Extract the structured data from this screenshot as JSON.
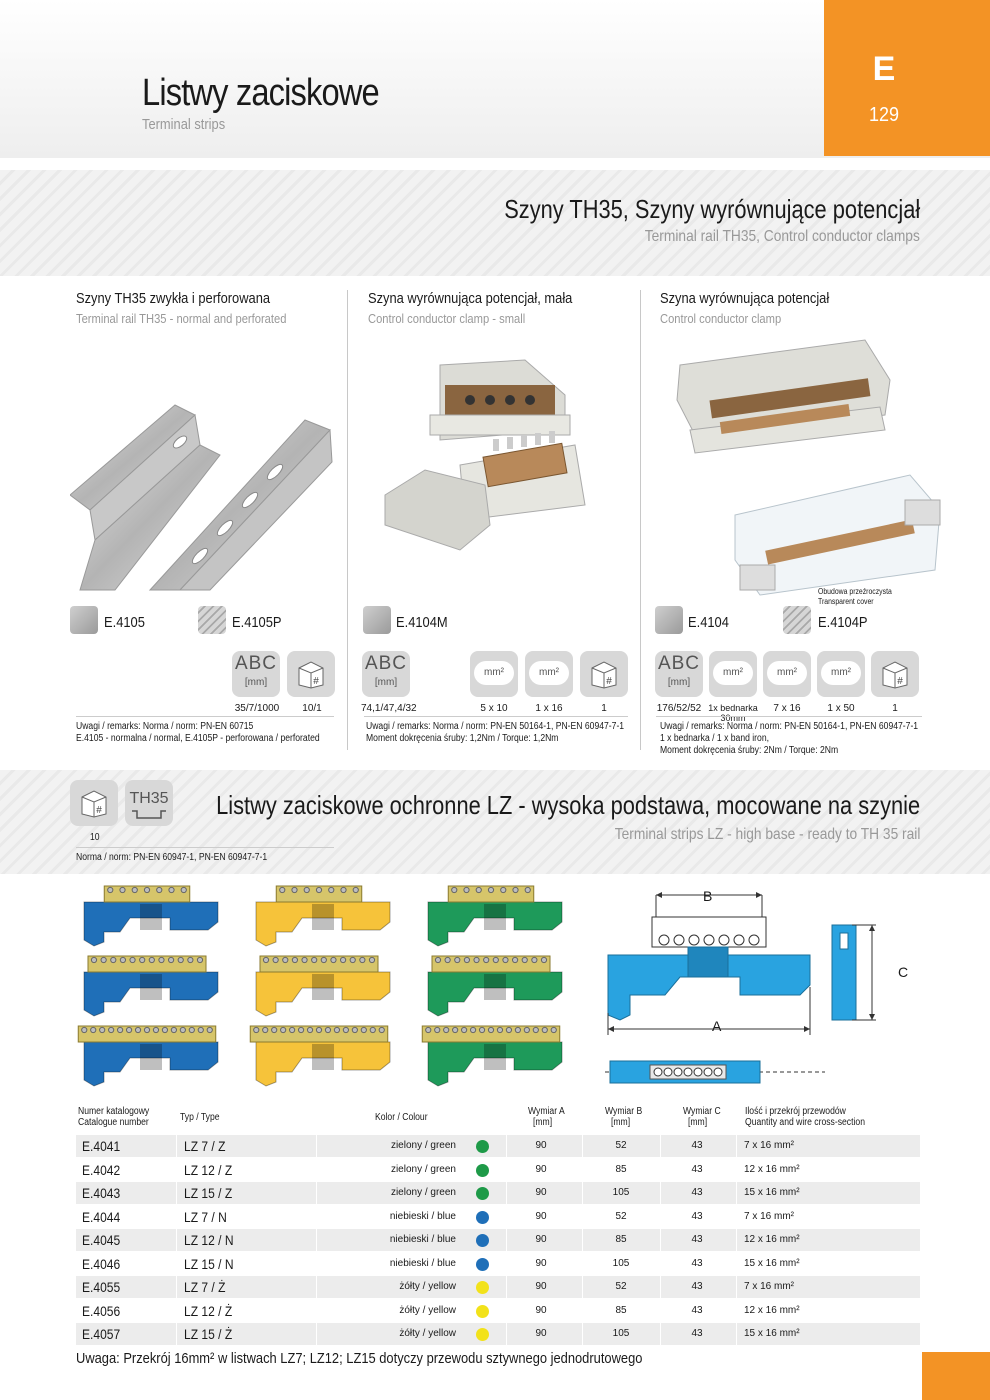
{
  "header": {
    "title": "Listwy zaciskowe",
    "subtitle": "Terminal strips",
    "section_letter": "E",
    "page_number": "129",
    "accent_color": "#f39325"
  },
  "section1": {
    "title": "Szyny TH35, Szyny wyrównujące potencjał",
    "subtitle": "Terminal rail TH35, Control conductor clamps",
    "columns": [
      {
        "title": "Szyny TH35 zwykła i perforowana",
        "subtitle": "Terminal rail TH35 - normal and perforated",
        "codes": [
          "E.4105",
          "E.4105P"
        ],
        "values": [
          "35/7/1000",
          "10/1"
        ],
        "remarks": [
          "Uwagi / remarks: Norma / norm: PN-EN 60715",
          "E.4105 - normalna / normal, E.4105P - perforowana / perforated"
        ]
      },
      {
        "title": "Szyna wyrównująca potencjał, mała",
        "subtitle": "Control conductor clamp - small",
        "codes": [
          "E.4104M"
        ],
        "values": [
          "74,1/47,4/32",
          "5 x 10",
          "1 x 16",
          "1"
        ],
        "remarks": [
          "Uwagi / remarks: Norma / norm: PN-EN 50164-1, PN-EN 60947-7-1",
          "Moment dokręcenia śruby: 1,2Nm / Torque: 1,2Nm"
        ]
      },
      {
        "title": "Szyna wyrównująca potencjał",
        "subtitle": "Control conductor clamp",
        "codes": [
          "E.4104",
          "E.4104P"
        ],
        "cover_label": [
          "Obudowa przeźroczysta",
          "Transparent cover"
        ],
        "values": [
          "176/52/52",
          "1x bednarka 30mm",
          "7 x 16",
          "1 x 50",
          "1"
        ],
        "remarks": [
          "Uwagi / remarks: Norma / norm: PN-EN 50164-1, PN-EN 60947-7-1",
          "1 x bednarka / 1 x band iron,",
          "Moment dokręcenia śruby: 2Nm / Torque: 2Nm"
        ]
      }
    ],
    "icons": {
      "abc": "ABC",
      "mm": "[mm]",
      "mm2": "mm²",
      "pack": "#"
    }
  },
  "section2": {
    "title": "Listwy zaciskowe ochronne LZ - wysoka podstawa, mocowane na szynie",
    "subtitle": "Terminal strips LZ - high base - ready to TH 35 rail",
    "pack_value": "10",
    "rail_icon_label": "TH35",
    "norm": "Norma / norm: PN-EN 60947-1, PN-EN 60947-7-1",
    "dimension_labels": {
      "a": "A",
      "b": "B",
      "c": "C"
    }
  },
  "table": {
    "headers": {
      "catalogue": [
        "Numer katalogowy",
        "Catalogue number"
      ],
      "type": "Typ / Type",
      "colour": "Kolor / Colour",
      "dim_a": [
        "Wymiar A",
        "[mm]"
      ],
      "dim_b": [
        "Wymiar B",
        "[mm]"
      ],
      "dim_c": [
        "Wymiar C",
        "[mm]"
      ],
      "qty": [
        "Ilość i przekrój przewodów",
        "Quantity and wire cross-section"
      ]
    },
    "rows": [
      {
        "cat": "E.4041",
        "type": "LZ 7 / Z",
        "colour": "zielony / green",
        "dot": "#1e9a48",
        "a": "90",
        "b": "52",
        "c": "43",
        "qty": "7 x 16 mm²"
      },
      {
        "cat": "E.4042",
        "type": "LZ 12 / Z",
        "colour": "zielony / green",
        "dot": "#1e9a48",
        "a": "90",
        "b": "85",
        "c": "43",
        "qty": "12 x 16 mm²"
      },
      {
        "cat": "E.4043",
        "type": "LZ 15 / Z",
        "colour": "zielony / green",
        "dot": "#1e9a48",
        "a": "90",
        "b": "105",
        "c": "43",
        "qty": "15 x 16 mm²"
      },
      {
        "cat": "E.4044",
        "type": "LZ 7 / N",
        "colour": "niebieski / blue",
        "dot": "#1f6fb8",
        "a": "90",
        "b": "52",
        "c": "43",
        "qty": "7 x 16 mm²"
      },
      {
        "cat": "E.4045",
        "type": "LZ 12 / N",
        "colour": "niebieski / blue",
        "dot": "#1f6fb8",
        "a": "90",
        "b": "85",
        "c": "43",
        "qty": "12 x 16 mm²"
      },
      {
        "cat": "E.4046",
        "type": "LZ 15 / N",
        "colour": "niebieski / blue",
        "dot": "#1f6fb8",
        "a": "90",
        "b": "105",
        "c": "43",
        "qty": "15 x 16 mm²"
      },
      {
        "cat": "E.4055",
        "type": "LZ 7 / Ż",
        "colour": "żółty / yellow",
        "dot": "#f2e21a",
        "a": "90",
        "b": "52",
        "c": "43",
        "qty": "7 x 16 mm²"
      },
      {
        "cat": "E.4056",
        "type": "LZ 12 / Ż",
        "colour": "żółty / yellow",
        "dot": "#f2e21a",
        "a": "90",
        "b": "85",
        "c": "43",
        "qty": "12 x 16 mm²"
      },
      {
        "cat": "E.4057",
        "type": "LZ 15 / Ż",
        "colour": "żółty / yellow",
        "dot": "#f2e21a",
        "a": "90",
        "b": "105",
        "c": "43",
        "qty": "15 x 16 mm²"
      }
    ],
    "note": "Uwaga: Przekrój 16mm² w listwach LZ7; LZ12; LZ15 dotyczy przewodu sztywnego jednodrutowego"
  },
  "product_colors": {
    "blue": "#1f6fb8",
    "yellow": "#f6c33a",
    "green": "#1e9a5a",
    "brass": "#d6c56a"
  }
}
